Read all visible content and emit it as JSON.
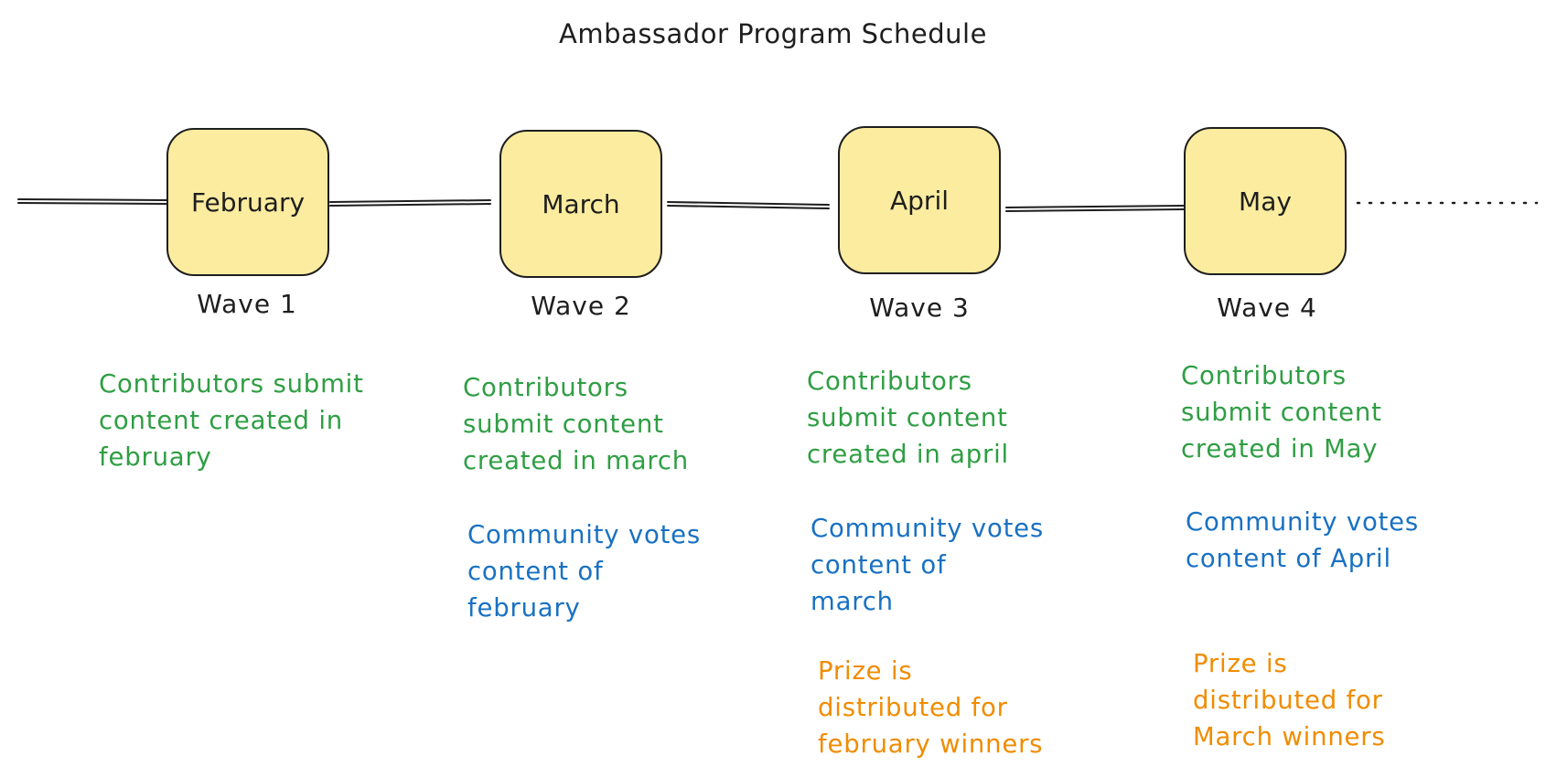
{
  "title": "Ambassador Program Schedule",
  "colors": {
    "node_fill": "#fcec9f",
    "stroke": "#1e1e1e",
    "submit_text": "#2f9e44",
    "vote_text": "#1971c2",
    "prize_text": "#f08c00"
  },
  "months": [
    {
      "label": "February",
      "wave": "Wave 1",
      "submit": [
        "Contributors submit",
        "content created in",
        "february"
      ]
    },
    {
      "label": "March",
      "wave": "Wave 2",
      "submit": [
        "Contributors",
        "submit content",
        "created in march"
      ],
      "vote": [
        "Community votes",
        "content of",
        "february"
      ]
    },
    {
      "label": "April",
      "wave": "Wave 3",
      "submit": [
        "Contributors",
        "submit content",
        "created in april"
      ],
      "vote": [
        "Community votes",
        "content of",
        "march"
      ],
      "prize": [
        "Prize is",
        "distributed for",
        "february winners"
      ]
    },
    {
      "label": "May",
      "wave": "Wave 4",
      "submit": [
        "Contributors",
        "submit content",
        "created in May"
      ],
      "vote": [
        "Community votes",
        "content of April"
      ],
      "prize": [
        "Prize is",
        "distributed for",
        "March winners"
      ]
    }
  ]
}
